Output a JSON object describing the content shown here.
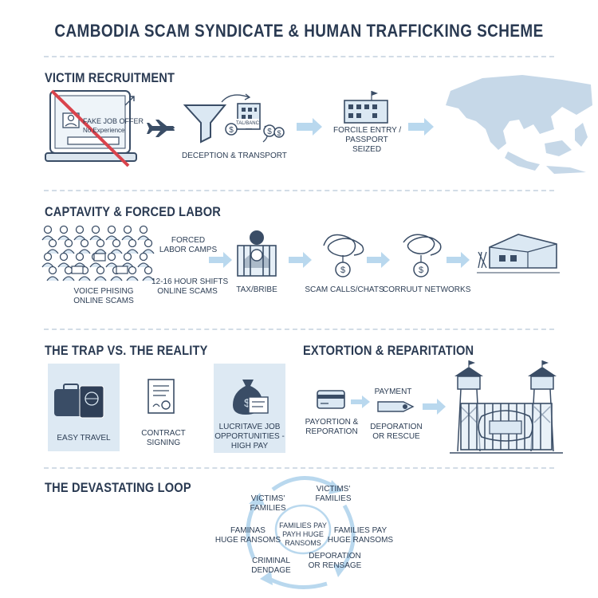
{
  "title": "CAMBODIA SCAM SYNDICATE & HUMAN TRAFFICKING SCHEME",
  "sections": {
    "recruitment": {
      "heading": "VICTIM RECRUITMENT",
      "job_offer_line1": "FAKE JOB OFFER",
      "job_offer_line2": "No Experience",
      "building_sign": "TAL/BANC",
      "deception_label": "DECEPTION & TRANSPORT",
      "forced_entry_line1": "FORCILE ENTRY /",
      "forced_entry_line2": "PASSPORT",
      "forced_entry_line3": "SEIZED"
    },
    "captivity": {
      "heading": "CAPTAVITY & FORCED LABOR",
      "crowd_line1": "VOICE PHISING",
      "crowd_line2": "ONLINE SCAMS",
      "camps_line1": "FORCED",
      "camps_line2": "LABOR CAMPS",
      "shifts_line1": "12-16 HOUR SHIFTS",
      "shifts_line2": "ONLINE SCAMS",
      "bribe_label": "TAX/BRIBE",
      "calls_label": "SCAM CALLS/CHATS",
      "networks_label": "CORRUUT NETWORKS"
    },
    "trap": {
      "heading": "THE TRAP VS. THE REALITY",
      "travel_label": "EASY TRAVEL",
      "contract_line1": "CONTRACT",
      "contract_line2": "SIGNING",
      "lucrative_line1": "LUCRITAVE JOB",
      "lucrative_line2": "OPPORTUNITIES -",
      "lucrative_line3": "HIGH PAY"
    },
    "extortion": {
      "heading": "EXTORTION & REPARITATION",
      "payment_label": "PAYMENT",
      "card_line1": "PAYORTION &",
      "card_line2": "REPORATION",
      "rescue_line1": "DEPORATION",
      "rescue_line2": "OR RESCUE"
    },
    "loop": {
      "heading": "THE DEVASTATING LOOP",
      "families_left_line1": "VICTIMS'",
      "families_left_line2": "FAMILIES",
      "families_right_line1": "VICTIMS'",
      "families_right_line2": "FAMILIES",
      "ransoms_left_line1": "FAMINAS",
      "ransoms_left_line2": "HUGE RANSOMS",
      "center_line1": "FAMILIES PAY",
      "center_line2": "PAYH HUGE",
      "center_line3": "RANSOMS",
      "ransoms_right_line1": "FAMILIES PAY",
      "ransoms_right_line2": "HUGE RANSOMS",
      "bondage_line1": "CRIMINAL",
      "bondage_line2": "DENDAGE",
      "deportation_line1": "DEPORATION",
      "deportation_line2": "OR RENSAGE"
    }
  },
  "colors": {
    "ink": "#2d3e55",
    "accent_arrow": "#b9d8ee",
    "panel": "#dde9f3",
    "map": "#c6d8e8",
    "prohibition": "#d9434c"
  }
}
